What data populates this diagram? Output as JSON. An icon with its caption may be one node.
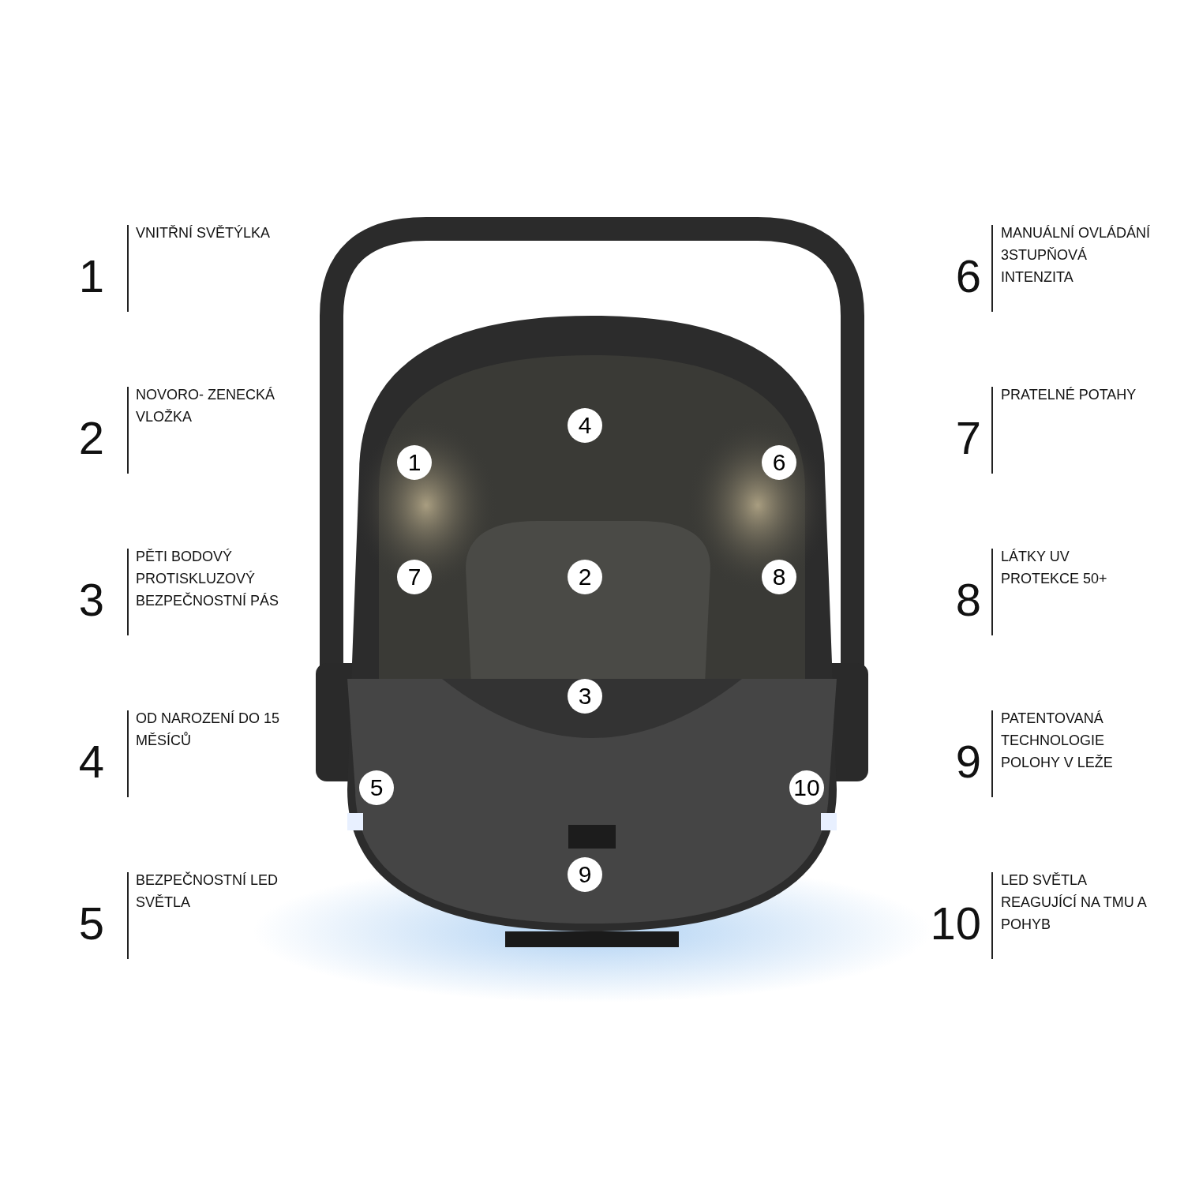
{
  "diagram": {
    "labels": [
      "1",
      "VNITŘNÍ SVĚTÝLKA",
      "6",
      "MANUÁLNÍ OVLÁDÁNÍ 3STUPŇOVÁ INTENZITA",
      "2",
      "NOVORO- ZENECKÁ VLOŽKA",
      "7",
      "PRATELNÉ POTAHY",
      "3",
      "PĚTI BODOVÝ PROTISKLUZOVÝ BEZPEČNOSTNÍ PÁS",
      "8",
      "LÁTKY UV PROTEKCE 50+",
      "4",
      "OD NAROZENÍ DO 15 MĚSÍCŮ",
      "9",
      "PATENTOVANÁ TECHNOLOGIE POLOHY V LEŽE",
      "5",
      "BEZPEČNOSTNÍ LED SVĚTLA",
      "10",
      "LED SVĚTLA REAGUJÍCÍ NA TMU A POHYB",
      "4",
      "1",
      "6",
      "7",
      "2",
      "8",
      "3",
      "5",
      "10",
      "9"
    ]
  }
}
